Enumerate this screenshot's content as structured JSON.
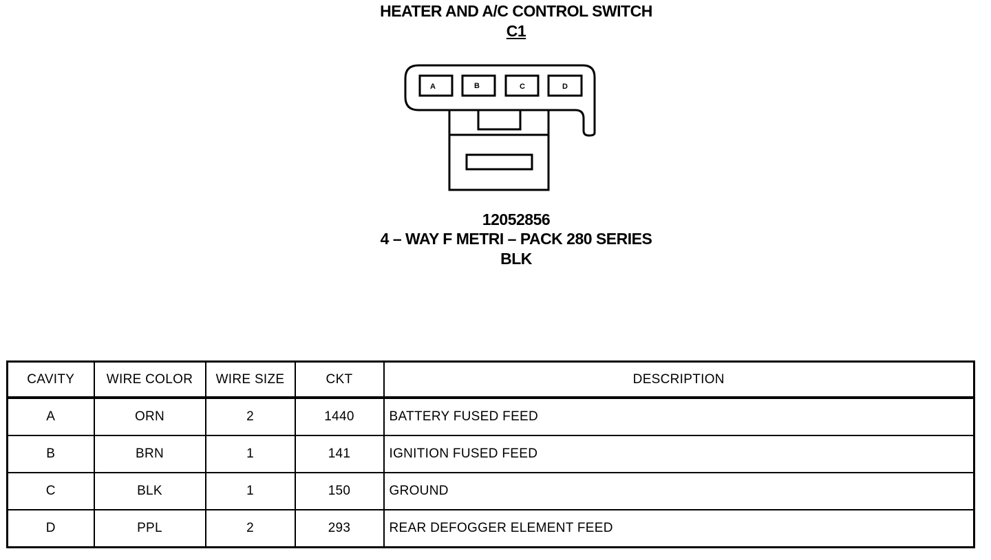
{
  "diagram": {
    "title": "HEATER AND A/C CONTROL SWITCH",
    "connector_id": "C1",
    "part_number": "12052856",
    "connector_type": "4 – WAY F METRI – PACK 280 SERIES",
    "connector_color": "BLK",
    "terminals": [
      "A",
      "B",
      "C",
      "D"
    ]
  },
  "table": {
    "headers": [
      "CAVITY",
      "WIRE COLOR",
      "WIRE SIZE",
      "CKT",
      "DESCRIPTION"
    ],
    "rows": [
      {
        "cavity": "A",
        "wire_color": "ORN",
        "wire_size": "2",
        "ckt": "1440",
        "description": "BATTERY FUSED FEED"
      },
      {
        "cavity": "B",
        "wire_color": "BRN",
        "wire_size": "1",
        "ckt": "141",
        "description": "IGNITION FUSED FEED"
      },
      {
        "cavity": "C",
        "wire_color": "BLK",
        "wire_size": "1",
        "ckt": "150",
        "description": "GROUND"
      },
      {
        "cavity": "D",
        "wire_color": "PPL",
        "wire_size": "2",
        "ckt": "293",
        "description": "REAR DEFOGGER ELEMENT FEED"
      }
    ]
  }
}
